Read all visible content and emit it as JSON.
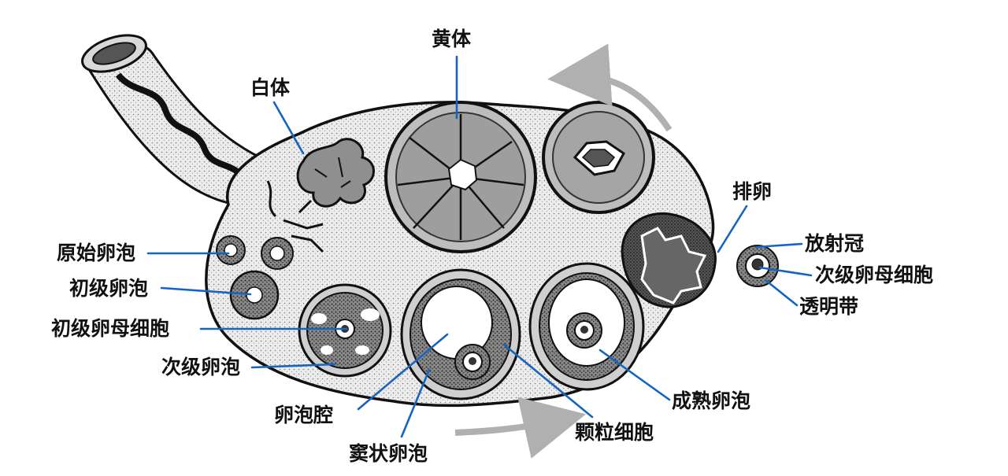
{
  "labels": {
    "corpus_luteum": "黄体",
    "corpus_albicans": "白体",
    "ovulation": "排卵",
    "corona_radiata": "放射冠",
    "secondary_oocyte": "次级卵母细胞",
    "zona_pellucida": "透明带",
    "primordial_follicle": "原始卵泡",
    "primary_follicle": "初级卵泡",
    "primary_oocyte": "初级卵母细胞",
    "secondary_follicle": "次级卵泡",
    "follicular_cavity": "卵泡腔",
    "antral_follicle": "窦状卵泡",
    "granulosa_cells": "颗粒细胞",
    "mature_follicle": "成熟卵泡"
  },
  "colors": {
    "leader_line": "#1565c0",
    "ink": "#111111",
    "stroma": "#e8e8e8",
    "luteum_fill": "#9e9e9e",
    "arrow": "#b0b0b0"
  }
}
